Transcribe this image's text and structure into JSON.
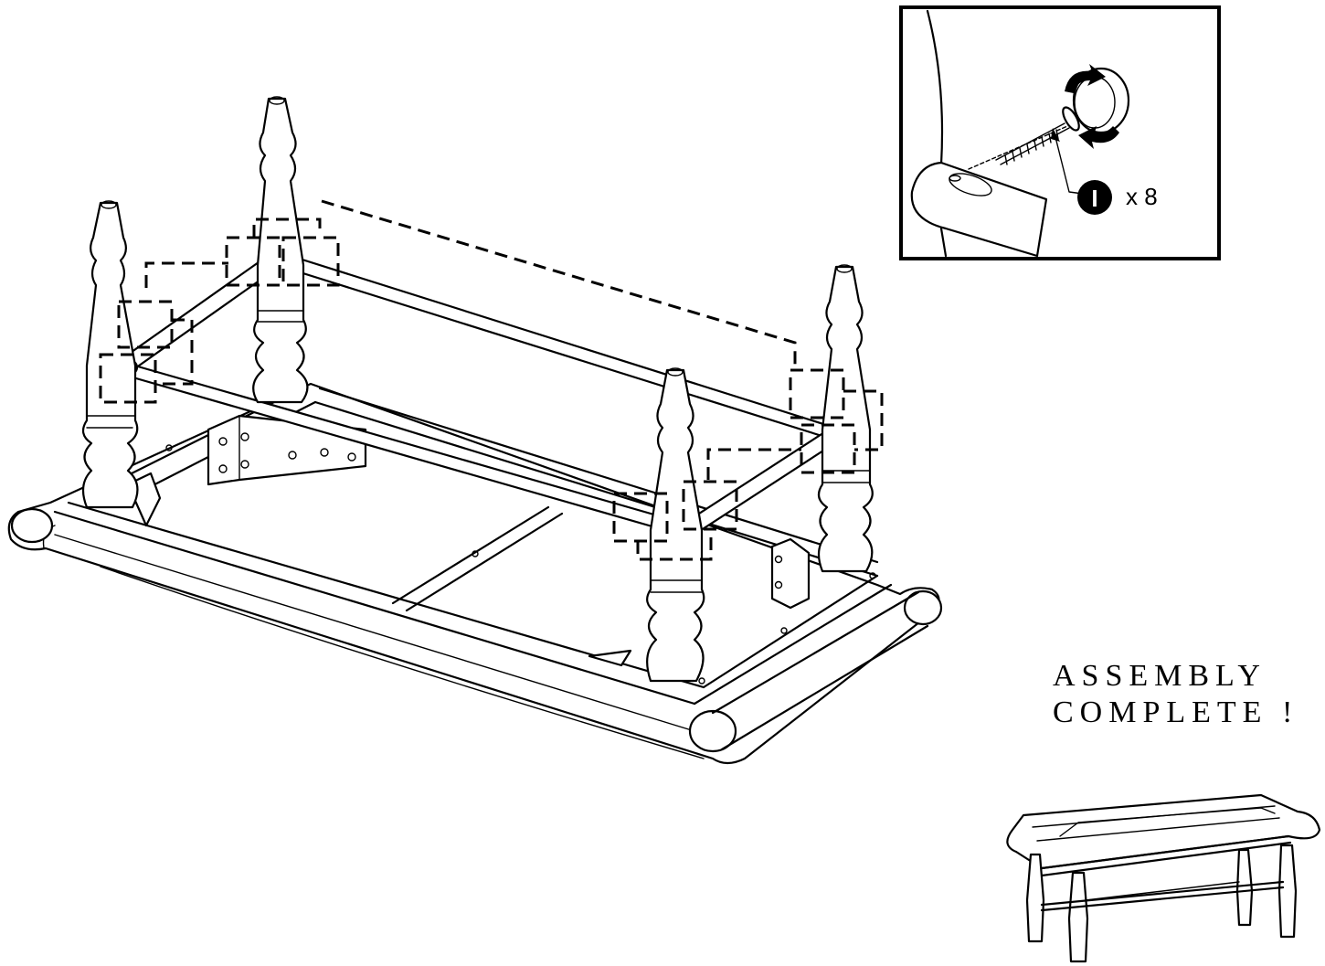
{
  "callout": {
    "part_label": "I",
    "quantity": "x 8"
  },
  "completion": {
    "line1": "ASSEMBLY",
    "line2": "COMPLETE !"
  }
}
